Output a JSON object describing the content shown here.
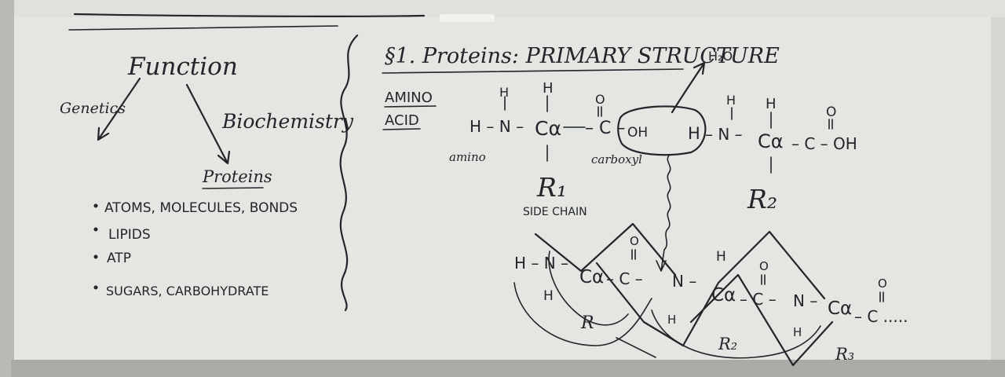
{
  "left_panel": {
    "function": "Function",
    "genetics": "Genetics",
    "biochemistry": "Biochemistry",
    "proteins": "Proteins",
    "bullets": [
      "ATOMS, MOLECULES, BONDS",
      "LIPIDS",
      "ATP",
      "SUGARS, CARBOHYDRATE"
    ]
  },
  "right_panel": {
    "heading": "§1. Proteins: PRIMARY STRUCTURE",
    "water": "H₂O",
    "amino_acid": [
      "AMINO",
      "ACID"
    ],
    "molecule1": {
      "amine": "H – N –",
      "amine_h": "H",
      "alpha_c": "Cα",
      "alpha_h": "H",
      "carbonyl_o": "O",
      "carboxyl_c": "– C –",
      "oh": "OH",
      "r": "R₁",
      "amino_label": "amino",
      "carboxyl_label": "carboxyl",
      "side_chain": "SIDE CHAIN"
    },
    "molecule2": {
      "h_left": "H",
      "amine": "– N –",
      "amine_h": "H",
      "alpha_c": "Cα",
      "alpha_h": "H",
      "carbonyl_o": "O",
      "tail": "– C – OH",
      "r": "R₂"
    },
    "chain": {
      "start": "H – N –",
      "start_h": "H",
      "ca1": "Cα",
      "c1": "– C –",
      "o1": "O",
      "n2": "N –",
      "n2_h": "H",
      "ca2": "Cα",
      "h2": "H",
      "r2": "R₂",
      "c2": "– C –",
      "o2": "O",
      "n3": "N –",
      "n3_h": "H",
      "ca3": "Cα",
      "r3": "R₃",
      "end": "– C .....",
      "o3": "O",
      "r1": "R"
    }
  }
}
